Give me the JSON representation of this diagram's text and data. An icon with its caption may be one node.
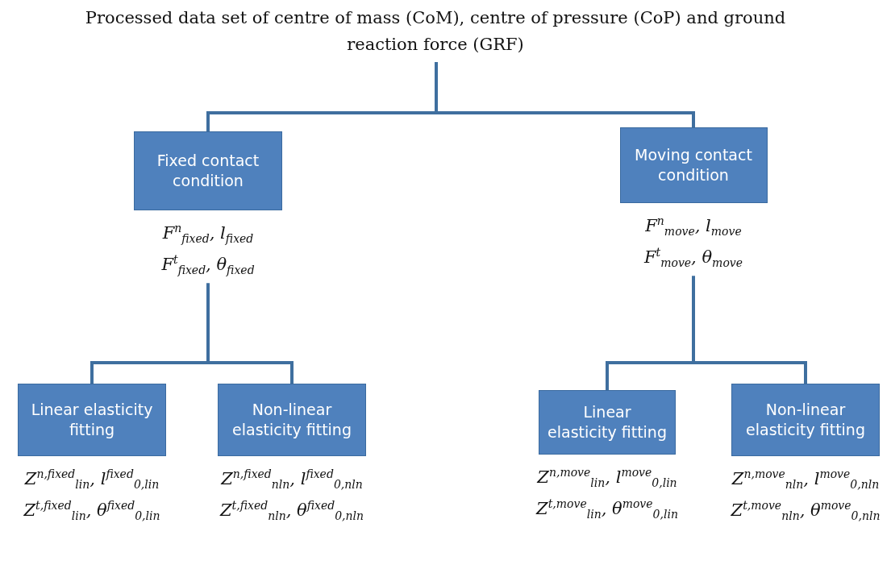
{
  "diagram": {
    "nodes": [
      {
        "text": [
          "Processed data set of centre of mass (CoM), centre of pressure (CoP) and ground reaction force (GRF)"
        ]
      },
      {
        "text": [
          "Fixed contact condition"
        ],
        "beside": [
          "F$^{n}$$_{fixed}$, l$_{fixed}$",
          "F$^{t}$$_{fixed}$, θ$_{fixed}$"
        ]
      },
      {
        "text": [
          "Moving contact condition"
        ],
        "beside": [
          "F$^{n}$$_{move}$, l$_{move}$",
          "F$^{t}$$_{move}$, θ$_{move}$"
        ]
      },
      {
        "text": [
          "Linear elasticity fitting"
        ],
        "beside": [
          "Z$^{n,fixed}$$_{lin}$, l$^{fixed}$$_{0,lin}$",
          "Z$^{t,fixed}$$_{lin}$, θ$^{fixed}$$_{0,lin}$"
        ]
      },
      {
        "text": [
          "Non-linear elasticity fitting"
        ],
        "beside": [
          "Z$^{n,fixed}$$_{nln}$, l$^{fixed}$$_{0,nln}$",
          "Z$^{t,fixed}$$_{nln}$, θ$^{fixed}$$_{0,nln}$"
        ]
      },
      {
        "text": [
          "Linear elasticity fitting"
        ],
        "beside": [
          "Z$^{n,move}$$_{lin}$, l$^{move}$$_{0,lin}$",
          "Z$^{t,move}$$_{lin}$, θ$^{move}$$_{0,lin}$"
        ]
      },
      {
        "text": [
          "Non-linear elasticity fitting"
        ],
        "beside": [
          "Z$^{n,move}$$_{nln}$, l$^{move}$$_{0,nln}$",
          "Z$^{t,move}$$_{nln}$, θ$^{move}$$_{0,nln}$"
        ]
      }
    ],
    "edges": [
      {
        "from": 0,
        "to": 1,
        "arrow": "none"
      },
      {
        "from": 0,
        "to": 2,
        "arrow": "none"
      },
      {
        "from": 1,
        "to": 3,
        "arrow": "none"
      },
      {
        "from": 1,
        "to": 4,
        "arrow": "none"
      },
      {
        "from": 2,
        "to": 5,
        "arrow": "none"
      },
      {
        "from": 2,
        "to": 6,
        "arrow": "none"
      }
    ]
  }
}
